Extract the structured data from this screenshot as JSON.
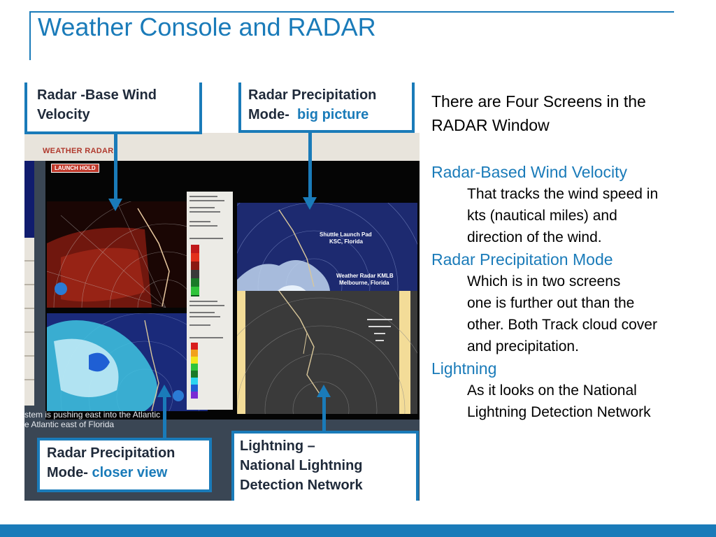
{
  "slide": {
    "title": "Weather Console and RADAR"
  },
  "screenshot": {
    "console_label": "WEATHER RADAR",
    "launch_hold": "LAUNCH HOLD",
    "caption_line_1": "stem is pushing east into the Atlantic",
    "caption_line_2": "e Atlantic east of Florida",
    "panel_labels": {
      "shuttle_pad": "Shuttle Launch Pad",
      "ksc": "KSC, Florida",
      "weather_radar": "Weather Radar KMLB",
      "melbourne": "Melbourne, Florida"
    },
    "colors": {
      "accent": "#1a7bb9",
      "panel_dark": "#050505",
      "velocity_red": "#8b1a10",
      "precip_cyan": "#3fc4e0",
      "lightning_bar": "#f3dc98"
    }
  },
  "callouts": {
    "wind_velocity": {
      "line1": "Radar -Base Wind",
      "line2": "Velocity"
    },
    "precip_big": {
      "line1": "Radar Precipitation",
      "line2_prefix": "Mode-",
      "line2_highlight": "big picture"
    },
    "precip_closer": {
      "line1": "Radar Precipitation",
      "line2_prefix": "Mode-",
      "line2_highlight": "closer  view"
    },
    "lightning": {
      "line1": "Lightning –",
      "line2": "National Lightning",
      "line3": "Detection Network"
    }
  },
  "body": {
    "intro_line_1": "There are Four Screens in the",
    "intro_line_2": "RADAR Window",
    "sections": [
      {
        "heading": "Radar-Based Wind Velocity",
        "lines": [
          "That tracks the wind speed in",
          "kts (nautical miles) and",
          "direction of the wind."
        ]
      },
      {
        "heading": "Radar Precipitation Mode",
        "lines": [
          "Which is in two screens",
          "one is further out than the",
          "other. Both Track cloud cover",
          "and precipitation."
        ]
      },
      {
        "heading": "Lightning",
        "lines": [
          "As it looks on the National",
          "Lightning Detection Network"
        ]
      }
    ]
  }
}
